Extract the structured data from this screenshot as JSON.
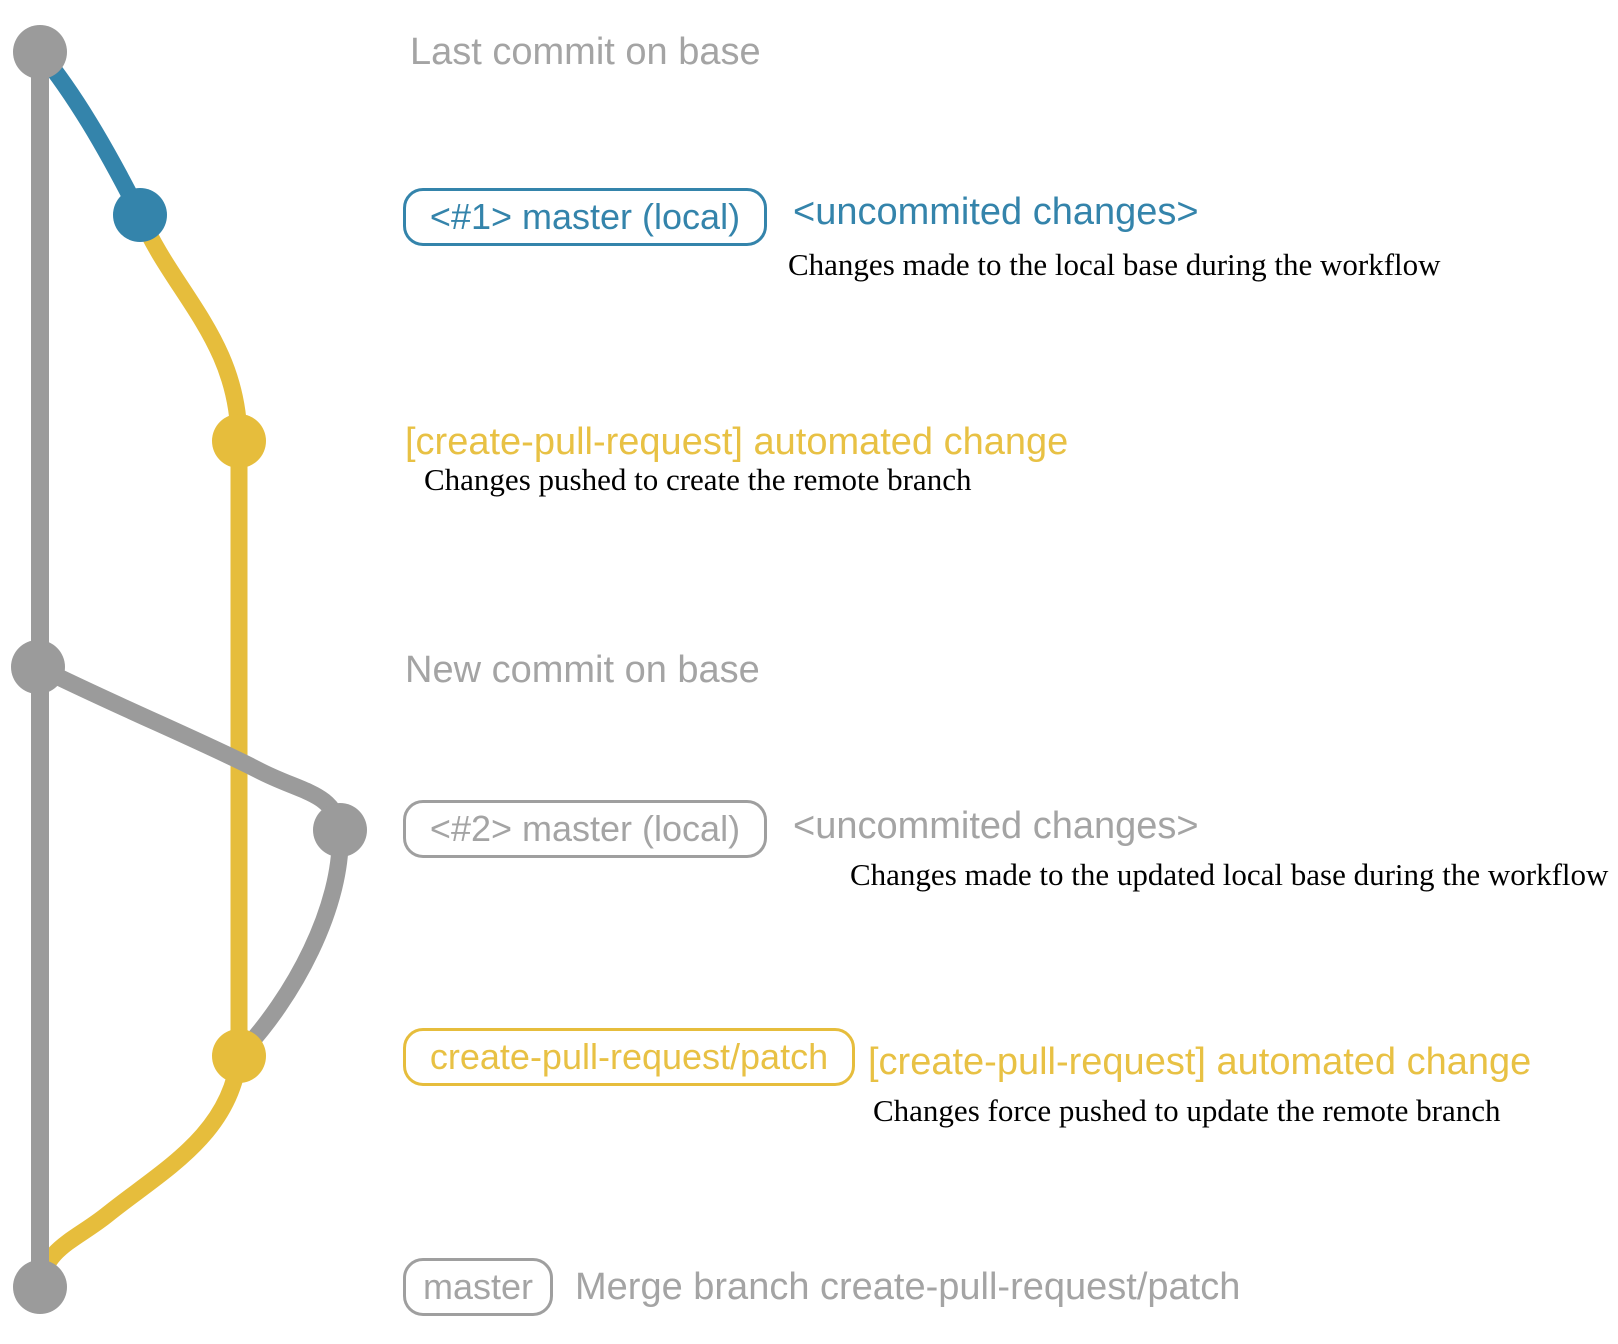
{
  "colors": {
    "gray_graph": "#9b9b9b",
    "gray_text": "#a4a4a4",
    "blue": "#3484ab",
    "yellow_graph": "#e6bd3c",
    "yellow_text": "#e8c144",
    "description_text": "#000000",
    "background": "#ffffff"
  },
  "graph": {
    "description": "git commit graph with three lanes: base branch (gray), local working state (blue/gray), create-pull-request/patch branch (yellow)",
    "commits": [
      {
        "id": "base-last",
        "lane": "base",
        "color": "gray",
        "caption": "Last commit on base"
      },
      {
        "id": "local-1",
        "lane": "local",
        "color": "blue",
        "caption": "<#1> master (local) <uncommited changes>"
      },
      {
        "id": "patch-1",
        "lane": "patch",
        "color": "yellow",
        "caption": "[create-pull-request] automated change"
      },
      {
        "id": "base-new",
        "lane": "base",
        "color": "gray",
        "caption": "New commit on base"
      },
      {
        "id": "local-2",
        "lane": "local",
        "color": "gray",
        "caption": "<#2> master (local) <uncommited changes>"
      },
      {
        "id": "patch-2",
        "lane": "patch",
        "color": "yellow",
        "caption": "create-pull-request/patch [create-pull-request] automated change"
      },
      {
        "id": "base-merge",
        "lane": "base",
        "color": "gray",
        "caption": "master Merge branch create-pull-request/patch"
      }
    ]
  },
  "annotations": {
    "last_commit_label": "Last commit on base",
    "section1": {
      "badge": "<#1> master (local)",
      "heading": "<uncommited changes>",
      "description": "Changes made to the local base during the workflow"
    },
    "push1": {
      "heading": "[create-pull-request] automated change",
      "description": "Changes pushed to create the remote branch"
    },
    "new_commit_label": "New commit on base",
    "section2": {
      "badge": "<#2> master (local)",
      "heading": "<uncommited changes>",
      "description": "Changes made to the updated local base during the workflow"
    },
    "push2": {
      "badge": "create-pull-request/patch",
      "heading": "[create-pull-request] automated change",
      "description": "Changes force pushed to update the remote branch"
    },
    "merge": {
      "badge": "master",
      "message": "Merge branch create-pull-request/patch"
    }
  }
}
